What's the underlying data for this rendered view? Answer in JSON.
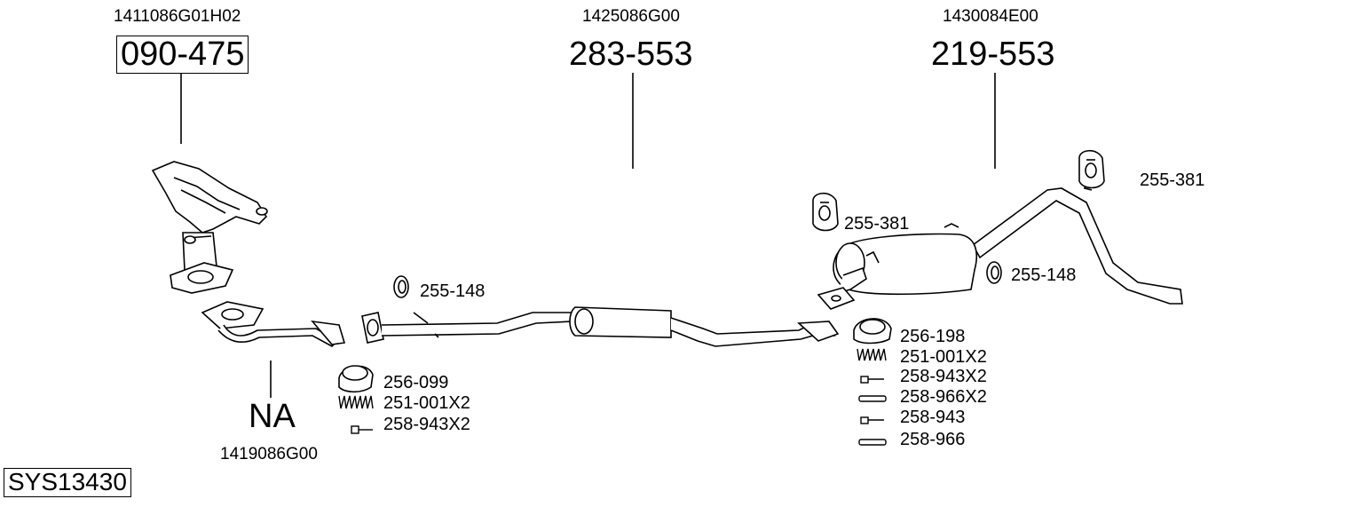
{
  "system_code": "SYS13430",
  "groups": [
    {
      "oem": "1411086G01H02",
      "part": "090-475"
    },
    {
      "oem": "1419086G00",
      "part": "NA"
    },
    {
      "oem": "1425086G00",
      "part": "283-553"
    },
    {
      "oem": "1430084E00",
      "part": "219-553"
    }
  ],
  "fittings": {
    "front_pipe": [
      "256-099",
      "251-001X2",
      "258-943X2"
    ],
    "middle": [
      "255-148"
    ],
    "rear_joint": [
      "256-198",
      "251-001X2",
      "258-943X2",
      "258-966X2",
      "258-943",
      "258-966"
    ],
    "rear_mounts": [
      "255-381",
      "255-381",
      "255-148"
    ]
  }
}
